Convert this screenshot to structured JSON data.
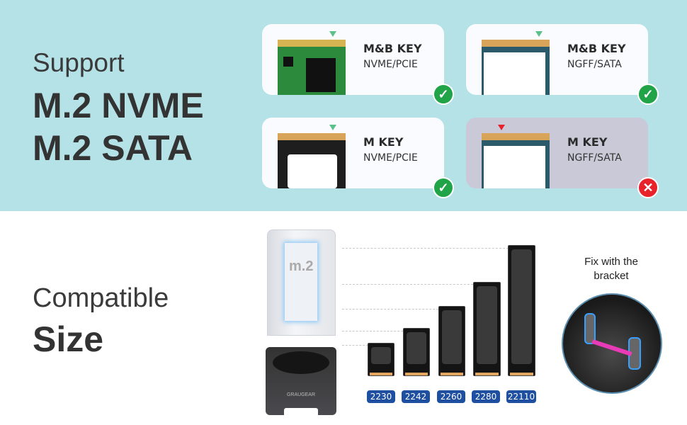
{
  "support": {
    "line1": "Support",
    "line2": "M.2 NVME",
    "line3": "M.2 SATA"
  },
  "cards": [
    {
      "title": "M&B KEY",
      "sub": "NVME/PCIE",
      "status": "check-icon",
      "ok": true
    },
    {
      "title": "M&B KEY",
      "sub": "NGFF/SATA",
      "status": "check-icon",
      "ok": true
    },
    {
      "title": "M KEY",
      "sub": "NVME/PCIE",
      "status": "check-icon",
      "ok": true
    },
    {
      "title": "M KEY",
      "sub": "NGFF/SATA",
      "status": "cross-icon",
      "ok": false
    }
  ],
  "compat": {
    "line1": "Compatible",
    "line2": "Size"
  },
  "enclosure": {
    "brand": "GRAUGEAR",
    "label": "m.2"
  },
  "sizes": [
    "2230",
    "2242",
    "2260",
    "2280",
    "22110"
  ],
  "bracket": {
    "line1": "Fix with the",
    "line2": "bracket"
  },
  "colors": {
    "band": "#b4e2e7",
    "ok": "#21a347",
    "bad": "#e8222a",
    "size_label": "#1f4fa0",
    "arrow": "#e83bb8"
  }
}
